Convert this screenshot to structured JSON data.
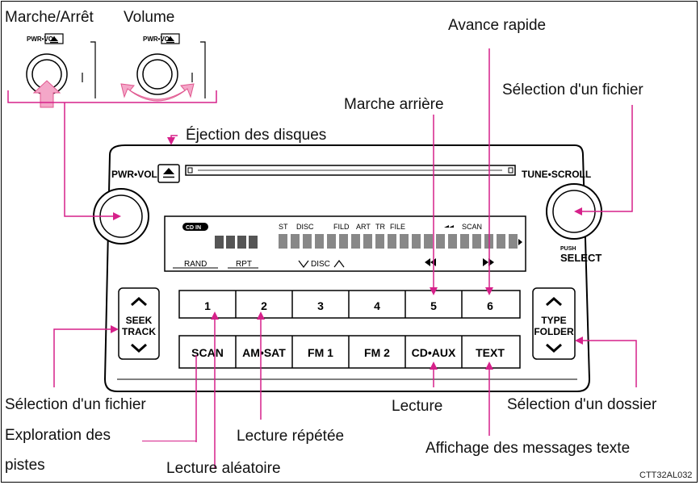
{
  "callouts": {
    "power": "Marche/Arrêt",
    "volume": "Volume",
    "fast_forward": "Avance rapide",
    "select_file_right": "Sélection d'un fichier",
    "rewind": "Marche arrière",
    "eject": "Éjection des disques",
    "select_file_left": "Sélection d'un fichier",
    "scan_tracks_line1": "Exploration des",
    "scan_tracks_line2": "pistes",
    "random": "Lecture aléatoire",
    "repeat": "Lecture répétée",
    "play": "Lecture",
    "select_folder": "Sélection d'un dossier",
    "text_messages": "Affichage des messages texte"
  },
  "knob_labels": {
    "pwr_vol": "PWR•VOL",
    "tune_scroll": "TUNE•SCROLL",
    "push": "PUSH",
    "select": "SELECT"
  },
  "inset_labels": {
    "left": "PWR•VOL",
    "right": "PWR•VOL"
  },
  "display": {
    "badge": "CD IN",
    "top_labels": [
      "ST",
      "DISC",
      "FILD",
      "ART",
      "TR",
      "FILE",
      "SCAN"
    ],
    "bottom_rand": "RAND",
    "bottom_rpt": "RPT",
    "bottom_disc": "DISC"
  },
  "seek_track": {
    "line1": "SEEK",
    "line2": "TRACK"
  },
  "type_folder": {
    "line1": "TYPE",
    "line2": "FOLDER"
  },
  "presets": [
    "1",
    "2",
    "3",
    "4",
    "5",
    "6"
  ],
  "function_buttons": [
    "SCAN",
    "AM•SAT",
    "FM 1",
    "FM 2",
    "CD•AUX",
    "TEXT"
  ],
  "code": "CTT32AL032",
  "colors": {
    "callout_line": "#d6218a",
    "arrow_fill": "#f4a7c8",
    "outline": "#000000"
  }
}
